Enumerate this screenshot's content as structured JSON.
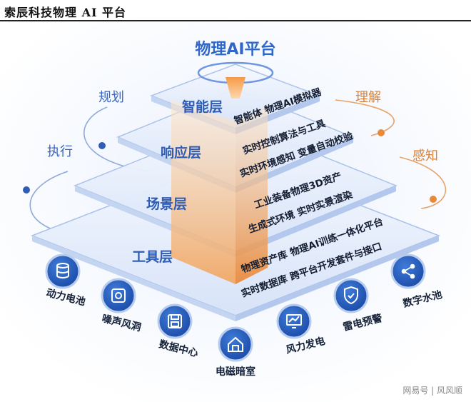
{
  "header": {
    "title": "索辰科技物理 AI 平台"
  },
  "diagram": {
    "platform_title": "物理AI平台",
    "orbit_labels": {
      "plan": "规划",
      "execute": "执行",
      "understand": "理解",
      "perceive": "感知"
    },
    "layers": [
      {
        "label": "智能层",
        "items": [
          "智能体 物理AI模拟器"
        ]
      },
      {
        "label": "响应层",
        "items": [
          "实时控制算法与工具",
          "实时环境感知 变量自动校验"
        ]
      },
      {
        "label": "场景层",
        "items": [
          "工业装备物理3D资产",
          "生成式环境 实时实景渲染"
        ]
      },
      {
        "label": "工具层",
        "items": [
          "物理资产库 物理AI训练一体化平台",
          "实时数据库 跨平台开发套件与接口"
        ]
      }
    ],
    "nodes": [
      {
        "label": "动力电池",
        "icon": "database-icon"
      },
      {
        "label": "噪声风洞",
        "icon": "wind-tunnel-icon"
      },
      {
        "label": "数据中心",
        "icon": "save-icon"
      },
      {
        "label": "电磁暗室",
        "icon": "home-shield-icon"
      },
      {
        "label": "风力发电",
        "icon": "monitor-chart-icon"
      },
      {
        "label": "雷电预警",
        "icon": "shield-check-icon"
      },
      {
        "label": "数字水池",
        "icon": "share-icon"
      }
    ],
    "colors": {
      "blue": "#2f66c8",
      "orange": "#e8893a",
      "node": "#1f55b5"
    }
  },
  "watermark": "网易号 | 风风顺"
}
